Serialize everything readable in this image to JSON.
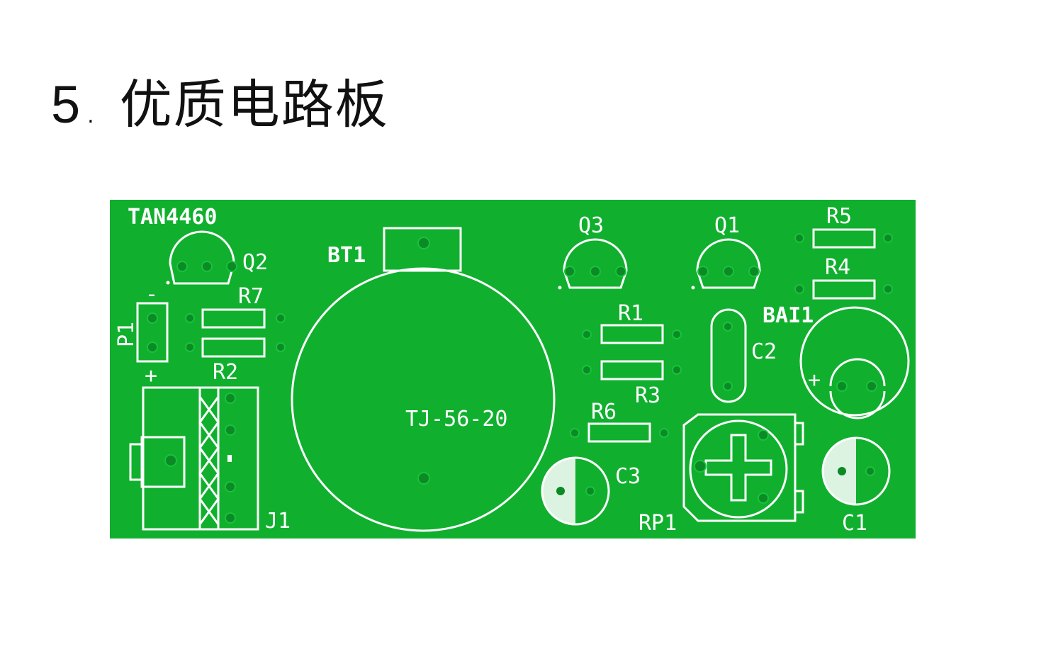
{
  "title": {
    "number": "5",
    "separator": ".",
    "text": "优质电路板"
  },
  "board": {
    "color": "#10b02e",
    "silkscreen_color": "#ffffff",
    "model": "TAN4460",
    "labels": {
      "q2": "Q2",
      "q3": "Q3",
      "q1": "Q1",
      "r5": "R5",
      "r4": "R4",
      "r7": "R7",
      "r2": "R2",
      "r1": "R1",
      "r3": "R3",
      "r6": "R6",
      "p1": "P1",
      "p1_minus": "-",
      "p1_plus": "+",
      "bt1": "BT1",
      "bt1_part": "TJ-56-20",
      "j1": "J1",
      "c2": "C2",
      "c3": "C3",
      "c1": "C1",
      "bai1": "BAI1",
      "bai1_plus": "+",
      "rp1": "RP1"
    }
  }
}
